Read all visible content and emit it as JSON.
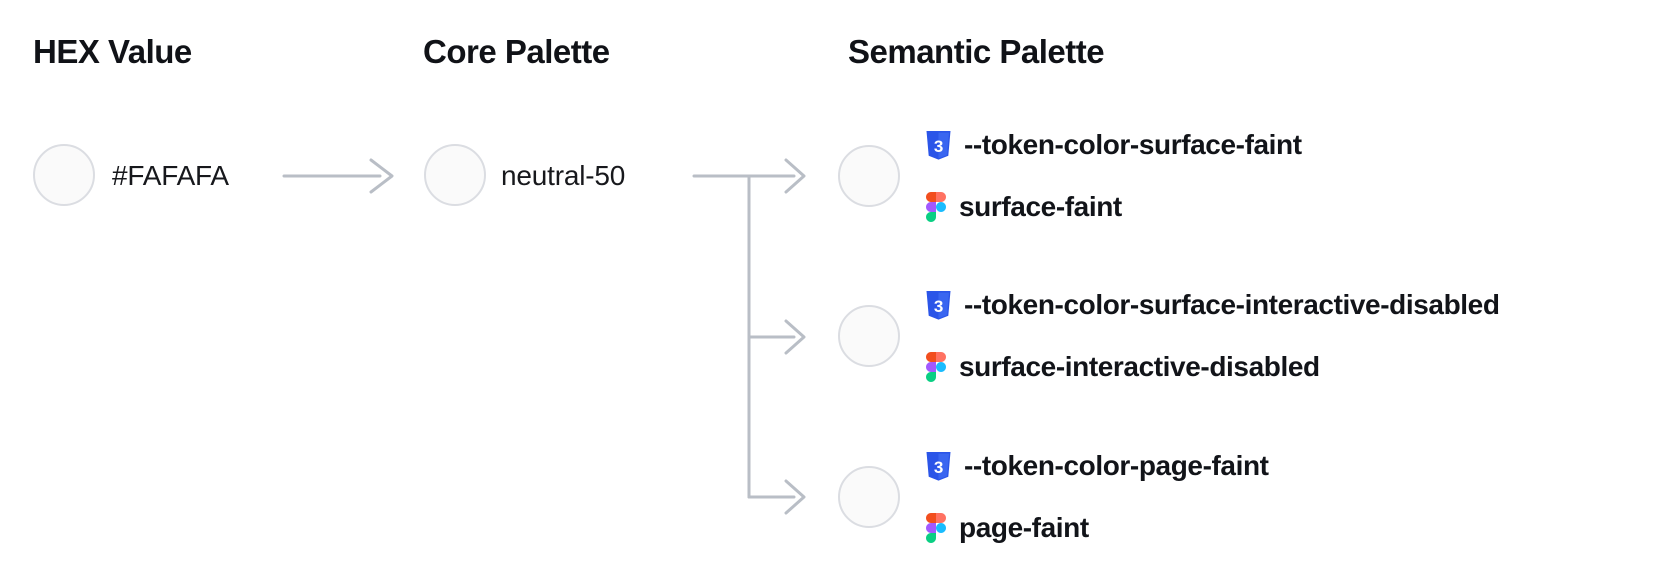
{
  "columns": {
    "hex": {
      "header": "HEX Value",
      "value": "#FAFAFA",
      "swatch_color": "#FAFAFA"
    },
    "core": {
      "header": "Core Palette",
      "value": "neutral-50",
      "swatch_color": "#FAFAFA"
    },
    "semantic": {
      "header": "Semantic Palette",
      "tokens": [
        {
          "swatch_color": "#FAFAFA",
          "css_variable": "--token-color-surface-faint",
          "figma_style": "surface-faint"
        },
        {
          "swatch_color": "#FAFAFA",
          "css_variable": "--token-color-surface-interactive-disabled",
          "figma_style": "surface-interactive-disabled"
        },
        {
          "swatch_color": "#FAFAFA",
          "css_variable": "--token-color-page-faint",
          "figma_style": "page-faint"
        }
      ]
    }
  },
  "colors": {
    "background": "#FFFFFF",
    "heading_text": "#101217",
    "body_text": "#17181C",
    "token_text": "#121419",
    "connector": "#B9BEC6",
    "swatch_fill": "#FAFAFA",
    "swatch_border": "#DBDDE2",
    "css3_icon_blue": "#2B55E8",
    "figma_red": "#F24E1E",
    "figma_salmon": "#FF7262",
    "figma_purple": "#A259FF",
    "figma_blue": "#1ABCFE",
    "figma_green": "#0ACF83"
  }
}
